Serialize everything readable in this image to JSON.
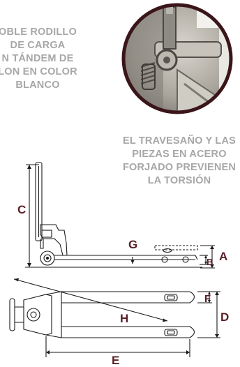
{
  "captions": {
    "left": [
      "OBLE RODILLO",
      "DE CARGA",
      "N TÁNDEM DE",
      "LON EN COLOR",
      "BLANCO"
    ],
    "right": [
      "EL TRAVESAÑO Y LAS",
      "PIEZAS EN ACERO",
      "FORJADO PREVIENEN",
      "LA TORSIÓN"
    ]
  },
  "dimensions": {
    "a": "A",
    "b": "B",
    "c": "C",
    "d": "D",
    "e": "E",
    "f": "F",
    "g": "G",
    "h": "H"
  },
  "colors": {
    "caption": "#a7a7a9",
    "dimension_label": "#5a1f28",
    "inset_border": "#3a1519",
    "line_drawing": "#1a1a1a"
  }
}
